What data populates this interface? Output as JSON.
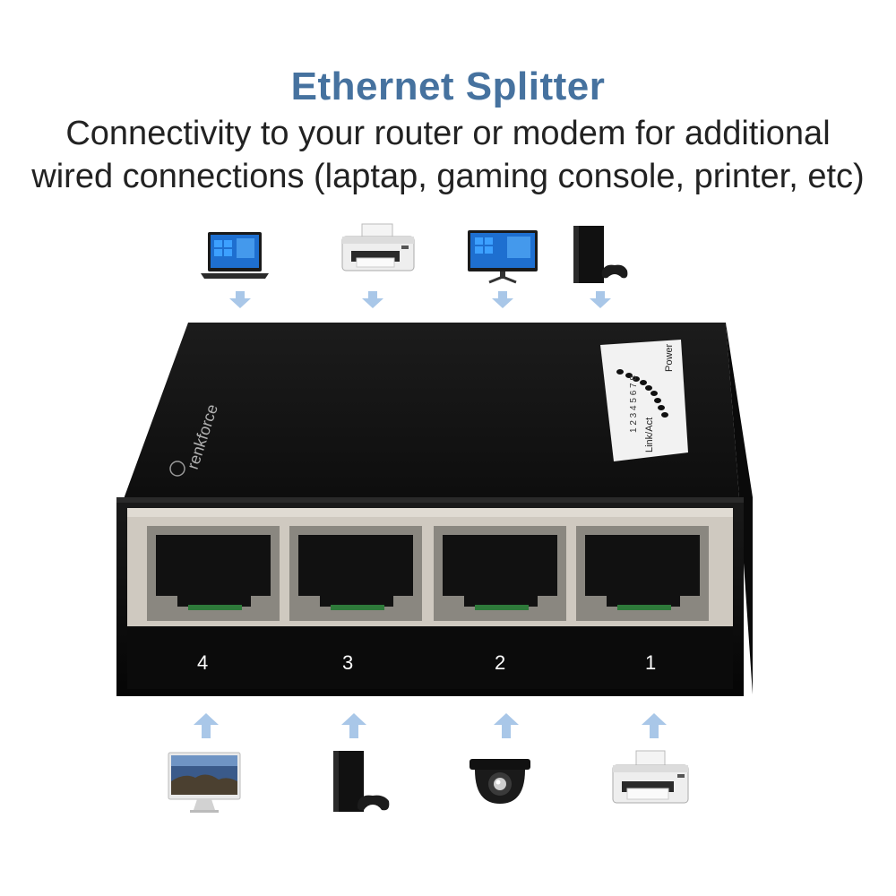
{
  "header": {
    "title": "Ethernet Splitter",
    "subtitle_line1": "Connectivity to your router or modem for additional",
    "subtitle_line2": "wired connections (laptap, gaming console, printer, etc)"
  },
  "switch": {
    "brand": "renkforce",
    "led_numbers": "1 2 3 4 5 6 7 8",
    "led_label": "Link/Act",
    "power_label": "Power",
    "ports": [
      {
        "label": "4"
      },
      {
        "label": "3"
      },
      {
        "label": "2"
      },
      {
        "label": "1"
      }
    ]
  },
  "top_devices": [
    {
      "icon": "laptop-icon"
    },
    {
      "icon": "printer-icon"
    },
    {
      "icon": "monitor-icon"
    },
    {
      "icon": "game-console-icon"
    }
  ],
  "bottom_devices": [
    {
      "icon": "imac-icon"
    },
    {
      "icon": "game-console-icon"
    },
    {
      "icon": "security-camera-icon"
    },
    {
      "icon": "printer-icon"
    }
  ],
  "colors": {
    "title": "#46729f",
    "arrow": "#a9c7e8",
    "switch_body": "#121212"
  }
}
